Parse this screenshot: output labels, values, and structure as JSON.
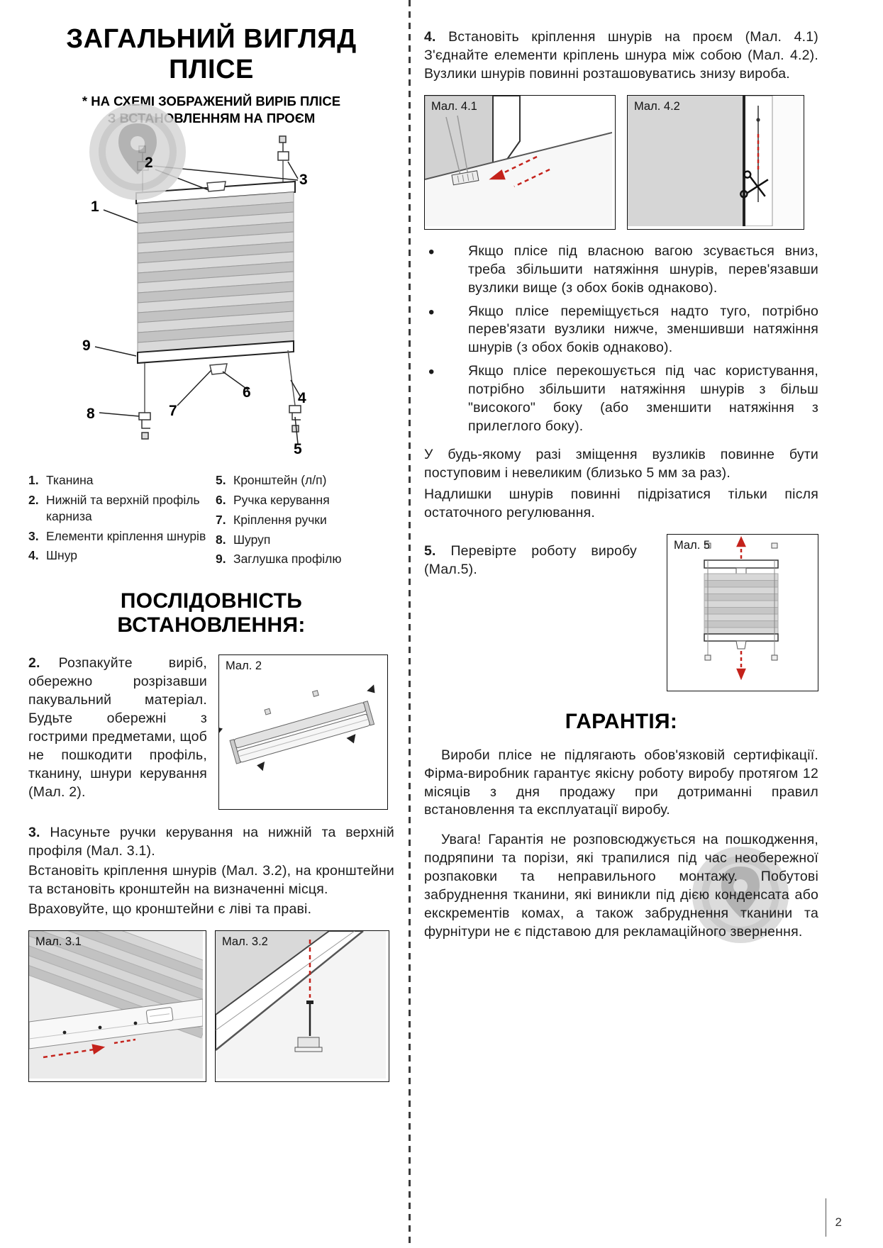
{
  "colors": {
    "accent_red": "#c4221b",
    "watermark_gray": "#d7d7d7"
  },
  "page": {
    "number": "2"
  },
  "left": {
    "title_line1": "ЗАГАЛЬНИЙ ВИГЛЯД",
    "title_line2": "ПЛІСЕ",
    "subtitle_line1": "* НА СХЕМІ ЗОБРАЖЕНИЙ ВИРІБ ПЛІСЕ",
    "subtitle_line2": "З ВСТАНОВЛЕННЯМ НА ПРОЄМ",
    "legend_left": [
      {
        "num": "1.",
        "text": "Тканина"
      },
      {
        "num": "2.",
        "text": "Нижній та верхній профіль карниза"
      },
      {
        "num": "3.",
        "text": "Елементи кріплення шнурів"
      },
      {
        "num": "4.",
        "text": "Шнур"
      }
    ],
    "legend_right": [
      {
        "num": "5.",
        "text": "Кронштейн (л/п)"
      },
      {
        "num": "6.",
        "text": "Ручка керування"
      },
      {
        "num": "7.",
        "text": "Кріплення ручки"
      },
      {
        "num": "8.",
        "text": "Шуруп"
      },
      {
        "num": "9.",
        "text": "Заглушка профілю"
      }
    ],
    "install_heading": "ПОСЛІДОВНІСТЬ ВСТАНОВЛЕННЯ:",
    "step2_num": "2.",
    "step2_text": "Розпакуйте виріб, обережно розрізавши пакувальний матеріал. Будьте обережні з гострими предметами, щоб не пошкодити профіль, тканину, шнури керування (Мал. 2).",
    "step3_num": "3.",
    "step3_text1": "Насуньте ручки керування на нижній та верхній профіля (Мал. 3.1).",
    "step3_text2": "Встановіть кріплення шнурів (Мал. 3.2), на кронштейни та встановіть кронштейн на визначенні місця.",
    "step3_text3": "Враховуйте, що кронштейни є ліві та праві."
  },
  "diagram": {
    "callouts": [
      "1",
      "2",
      "3",
      "4",
      "5",
      "6",
      "7",
      "8",
      "9"
    ]
  },
  "figures": {
    "fig2": "Мал. 2",
    "fig31": "Мал. 3.1",
    "fig32": "Мал. 3.2",
    "fig41": "Мал. 4.1",
    "fig42": "Мал. 4.2",
    "fig5": "Мал. 5"
  },
  "right": {
    "step4_num": "4.",
    "step4_text": "Встановіть кріплення шнурів на проєм (Мал. 4.1) З'єднайте елементи кріплень шнура між собою (Мал. 4.2). Вузлики шнурів повинні розташовуватись знизу вироба.",
    "bullets": [
      "Якщо плісе під власною вагою зсувається вниз, треба збільшити натяжіння шнурів, перев'язавши вузлики вище (з обох боків однаково).",
      "Якщо плісе переміщується надто туго, потрібно перев'язати вузлики нижче, зменшивши натяжіння шнурів (з обох боків однаково).",
      "Якщо плісе перекошується під час користування, потрібно збільшити натяжіння шнурів з більш \"високого\" боку (або зменшити натяжіння з прилеглого боку)."
    ],
    "adjust_par1": "У будь-якому разі зміщення вузликів повинне бути поступовим і невеликим (близько 5 мм за раз).",
    "adjust_par2": "Надлишки шнурів повинні підрізатися тільки після остаточного регулювання.",
    "step5_num": "5.",
    "step5_text": "Перевірте роботу виробу (Мал.5).",
    "warranty_heading": "ГАРАНТІЯ:",
    "warranty_par1": "Вироби плісе не підлягають обов'язковій сертифікації. Фірма-виробник гарантує якісну роботу виробу протягом 12 місяців з дня продажу при дотриманні правил встановлення та експлуатації виробу.",
    "warranty_par2": "Увага! Гарантія не розповсюджується на пошкодження, подряпини та порізи, які трапилися під час необережної розпаковки та неправильного монтажу. Побутові забруднення тканини, які виникли під дією конденсата або екскрементів комах, а також забруднення тканини та фурнітури не є підставою для рекламаційного звернення."
  }
}
